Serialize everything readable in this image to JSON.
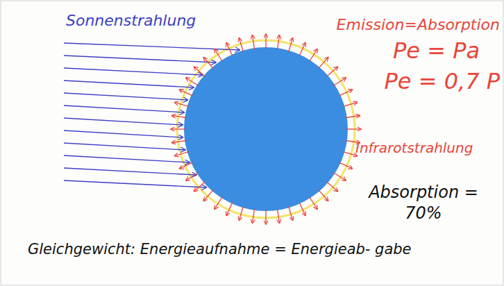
{
  "diagram": {
    "labels": [
      "Sonnenstrahlung",
      "Emission=Absorption",
      "Pe = Pa",
      "Pe = 0,7 P",
      "Infrarotstrahlung",
      "Absorption = 70%",
      "Gleichgewicht: Energieaufnahme = Energieab- gabe"
    ]
  }
}
